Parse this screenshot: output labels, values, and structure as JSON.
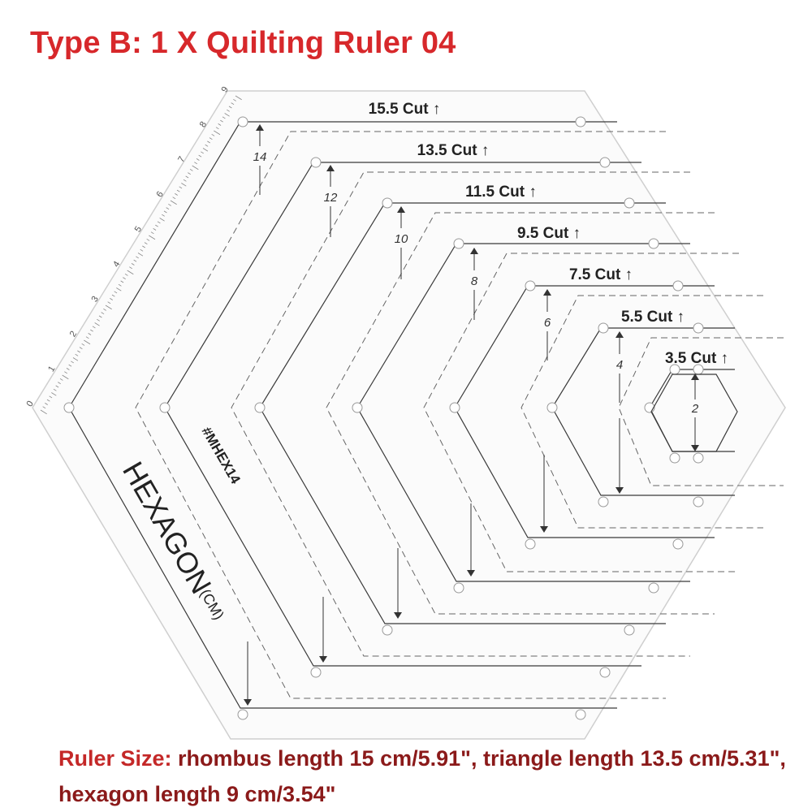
{
  "title": "Type B: 1 X Quilting Ruler 04",
  "colors": {
    "title": "#d7282b",
    "caption_label": "#c42828",
    "caption_text": "#8b1a1a",
    "ruler_fill": "#fbfbfb",
    "ruler_edge": "#cfcfcf",
    "line": "#3a3a3a"
  },
  "ruler": {
    "model": "#MHEX14",
    "name": "HEXAGON",
    "unit": "(CM)",
    "scale_ticks": [
      "0",
      "1",
      "2",
      "3",
      "4",
      "5",
      "6",
      "7",
      "8",
      "9"
    ],
    "cut_labels": [
      {
        "label": "15.5 Cut ↑",
        "size": "14"
      },
      {
        "label": "13.5 Cut ↑",
        "size": "12"
      },
      {
        "label": "11.5 Cut ↑",
        "size": "10"
      },
      {
        "label": "9.5 Cut ↑",
        "size": "8"
      },
      {
        "label": "7.5 Cut ↑",
        "size": "6"
      },
      {
        "label": "5.5 Cut ↑",
        "size": "4"
      },
      {
        "label": "3.5 Cut ↑",
        "size": "2"
      }
    ]
  },
  "caption": {
    "label": "Ruler Size:",
    "text": " rhombus length 15 cm/5.91\", triangle length 13.5 cm/5.31\", hexagon length 9 cm/3.54\""
  }
}
